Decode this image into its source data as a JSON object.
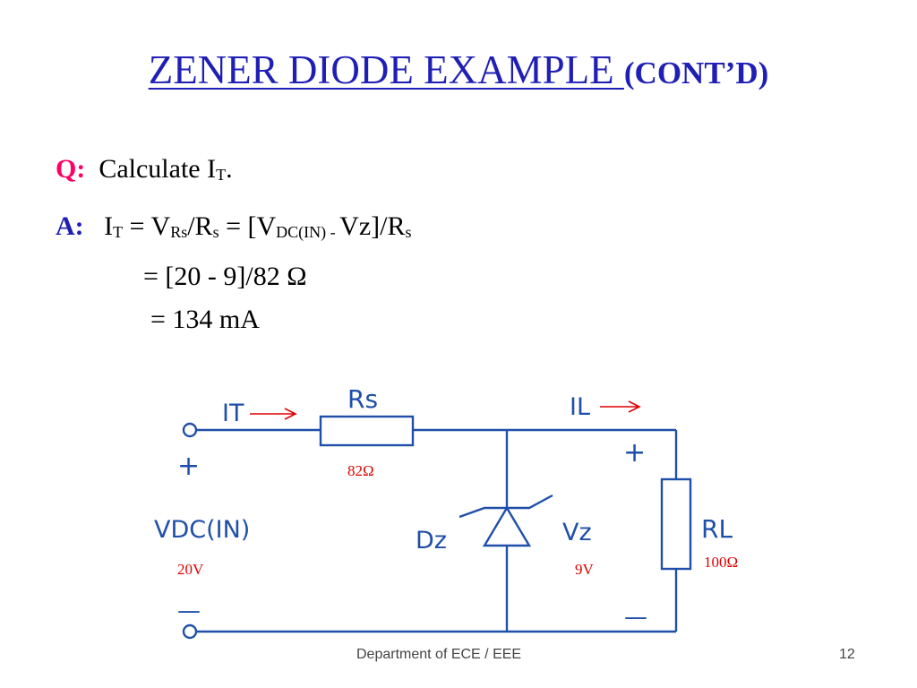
{
  "title": {
    "main": "ZENER DIODE EXAMPLE ",
    "sub": "(CONT’D)"
  },
  "question": {
    "label": "Q:",
    "text": "Calculate I",
    "sub": "T",
    "end": "."
  },
  "answer": {
    "label": "A:",
    "line1": {
      "p1": "I",
      "s1": "T",
      "p2": " = V",
      "s2": "Rs",
      "p3": "/R",
      "s3": "s",
      "p4": " = [V",
      "s4": "DC(IN) - ",
      "p5": "Vz",
      "p6": "]/R",
      "s5": "s"
    },
    "line2": "= [20 - 9]/82 Ω",
    "line3": "= 134 mA"
  },
  "circuit": {
    "it_label": "IT",
    "il_label": "IL",
    "rs_label": "Rs",
    "rs_value": "82Ω",
    "plus_left": "+",
    "minus_left": "—",
    "vdc_label": "VDC(IN)",
    "vdc_value": "20V",
    "dz_label": "Dz",
    "vz_label": "Vz",
    "vz_value": "9V",
    "plus_right": "+",
    "minus_right": "—",
    "rl_label": "RL",
    "rl_value": "100Ω"
  },
  "footer": {
    "dept": "Department of ECE / EEE",
    "page": "12"
  }
}
